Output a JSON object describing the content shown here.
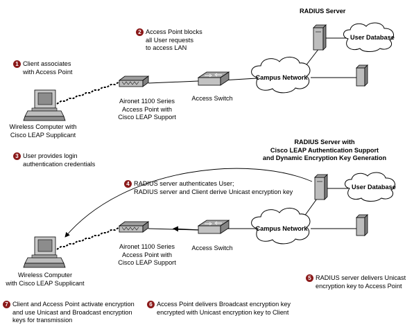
{
  "steps": [
    {
      "num": "1",
      "lines": [
        "Client associates",
        "with Access Point"
      ]
    },
    {
      "num": "2",
      "lines": [
        "Access Point blocks",
        "all User requests",
        "to access LAN"
      ]
    },
    {
      "num": "3",
      "lines": [
        "User provides login",
        "authentication credentials"
      ]
    },
    {
      "num": "4",
      "lines": [
        "RADIUS server authenticates User;",
        "RADIUS server and Client derive Unicast encryption key"
      ]
    },
    {
      "num": "5",
      "lines": [
        "RADIUS server delivers Unicast",
        "encryption key to Access Point"
      ]
    },
    {
      "num": "6",
      "lines": [
        "Access Point delivers Broadcast encryption key",
        "encrypted with Unicast encryption key to Client"
      ]
    },
    {
      "num": "7",
      "lines": [
        "Client and Access Point activate encryption",
        "and use Unicast and Broadcast encryption",
        "keys for transmission"
      ]
    }
  ],
  "top": {
    "radius_label": "RADIUS Server",
    "user_db": "User Database",
    "campus": "Campus Network",
    "switch": "Access Switch",
    "ap": [
      "Aironet 1100 Series",
      "Access Point with",
      "Cisco LEAP Support"
    ],
    "client": [
      "Wireless Computer with",
      "Cisco LEAP Supplicant"
    ]
  },
  "bottom": {
    "radius_label": [
      "RADIUS Server with",
      "Cisco LEAP Authentication Support",
      "and Dynamic Encryption Key Generation"
    ],
    "user_db": "User Database",
    "campus": "Campus Network",
    "switch": "Access Switch",
    "ap": [
      "Aironet 1100 Series",
      "Access Point with",
      "Cisco LEAP Support"
    ],
    "client": [
      "Wireless Computer",
      "with Cisco LEAP Supplicant"
    ]
  },
  "colors": {
    "badge": "#8b1a1a",
    "device": "#b9b9b9",
    "device_dark": "#7a7a7a",
    "line": "#000000"
  }
}
